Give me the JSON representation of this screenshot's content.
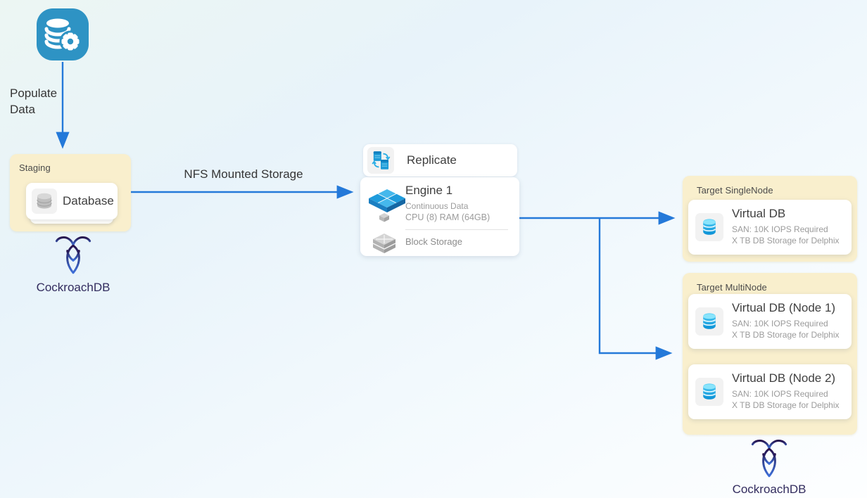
{
  "colors": {
    "arrow_blue": "#2479d9",
    "group_yellow": "#f9efcd",
    "source_icon_blue": "#2e93c4",
    "engine_icon_blue": "#1f9cdc",
    "cockroach_purple": "#322c5e",
    "card_white": "#ffffff"
  },
  "source": {
    "icon": "database-gear-icon",
    "label": "Populate Data"
  },
  "flow_labels": {
    "nfs": "NFS Mounted Storage"
  },
  "staging": {
    "title": "Staging",
    "database_label": "Database",
    "logo": "CockroachDB"
  },
  "engine": {
    "replicate": "Replicate",
    "title": "Engine 1",
    "subtitle1": "Continuous Data",
    "subtitle2": "CPU (8) RAM (64GB)",
    "storage": "Block Storage"
  },
  "targets": {
    "single": {
      "title": "Target SingleNode",
      "cards": [
        {
          "title": "Virtual DB",
          "line1": "SAN: 10K IOPS Required",
          "line2": "X TB DB Storage for Delphix"
        }
      ]
    },
    "multi": {
      "title": "Target MultiNode",
      "cards": [
        {
          "title": "Virtual DB (Node 1)",
          "line1": "SAN: 10K IOPS Required",
          "line2": "X TB DB Storage for Delphix"
        },
        {
          "title": "Virtual DB (Node 2)",
          "line1": "SAN: 10K IOPS Required",
          "line2": "X TB DB Storage for Delphix"
        }
      ],
      "logo": "CockroachDB"
    }
  }
}
